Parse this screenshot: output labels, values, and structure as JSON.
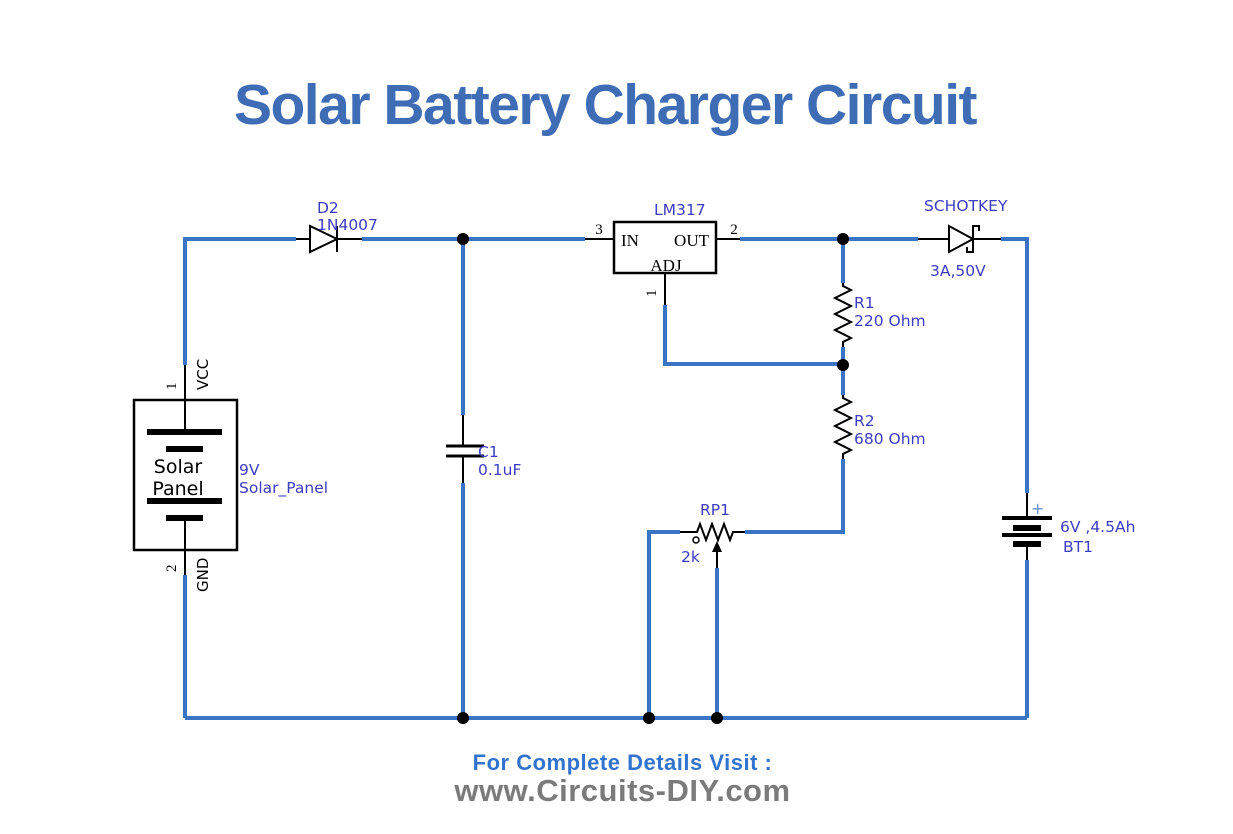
{
  "title": "Solar Battery Charger Circuit",
  "colors": {
    "title_blue": "#3e6cb5",
    "wire_blue": "#3b74c4",
    "label_blue": "#3c3cc3",
    "plus_blue": "#6a8fd8",
    "component_black": "#000000",
    "footer_blue": "#3273cd",
    "footer_gray": "#7b7b7b"
  },
  "schematic": {
    "solar_panel": {
      "body_line1": "Solar",
      "body_line2": "Panel",
      "pin1_num": "1",
      "pin1_name": "VCC",
      "pin2_num": "2",
      "pin2_name": "GND",
      "value": "9V",
      "label": "Solar_Panel"
    },
    "d2": {
      "ref": "D2",
      "value": "1N4007"
    },
    "lm317": {
      "ref": "LM317",
      "pin_in": "IN",
      "pin_out": "OUT",
      "pin_adj": "ADJ",
      "num_in": "3",
      "num_out": "2",
      "num_adj": "1"
    },
    "c1": {
      "ref": "C1",
      "value": "0.1uF"
    },
    "r1": {
      "ref": "R1",
      "value": "220 Ohm"
    },
    "r2": {
      "ref": "R2",
      "value": "680 Ohm"
    },
    "rp1": {
      "ref": "RP1",
      "value": "2k"
    },
    "schottky": {
      "ref": "SCHOTKEY",
      "value": "3A,50V"
    },
    "bt1": {
      "ref": "BT1",
      "value": "6V ,4.5Ah",
      "plus": "+"
    }
  },
  "footer": {
    "line1": "For Complete Details Visit :",
    "line2": "www.Circuits-DIY.com"
  }
}
